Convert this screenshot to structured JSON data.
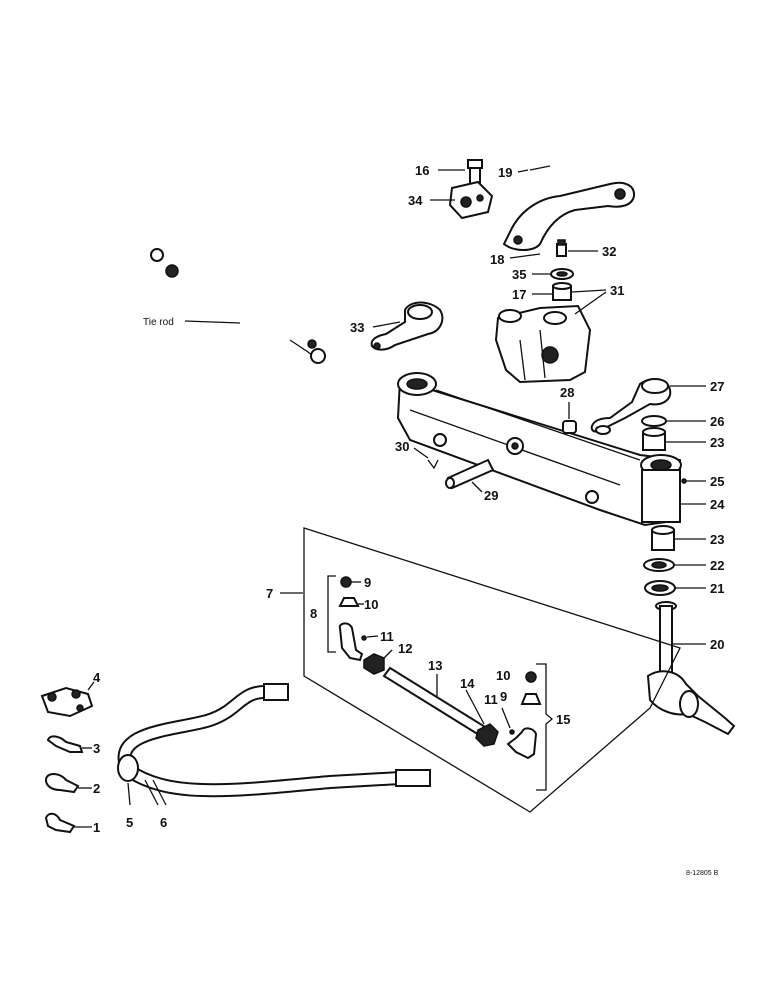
{
  "diagram": {
    "callouts": {
      "c1": "1",
      "c2": "2",
      "c3": "3",
      "c4": "4",
      "c5": "5",
      "c6": "6",
      "c7": "7",
      "c8": "8",
      "c9a": "9",
      "c9b": "9",
      "c10a": "10",
      "c10b": "10",
      "c11a": "11",
      "c11b": "11",
      "c12": "12",
      "c13": "13",
      "c14": "14",
      "c15": "15",
      "c16": "16",
      "c17": "17",
      "c18": "18",
      "c19": "19",
      "c20": "20",
      "c21": "21",
      "c22": "22",
      "c23a": "23",
      "c23b": "23",
      "c24": "24",
      "c25": "25",
      "c26": "26",
      "c27": "27",
      "c28": "28",
      "c29": "29",
      "c30": "30",
      "c31": "31",
      "c32": "32",
      "c33": "33",
      "c34": "34",
      "c35": "35"
    },
    "tie_rod_label": "Tie rod",
    "drawing_number": "8-12805 B"
  }
}
